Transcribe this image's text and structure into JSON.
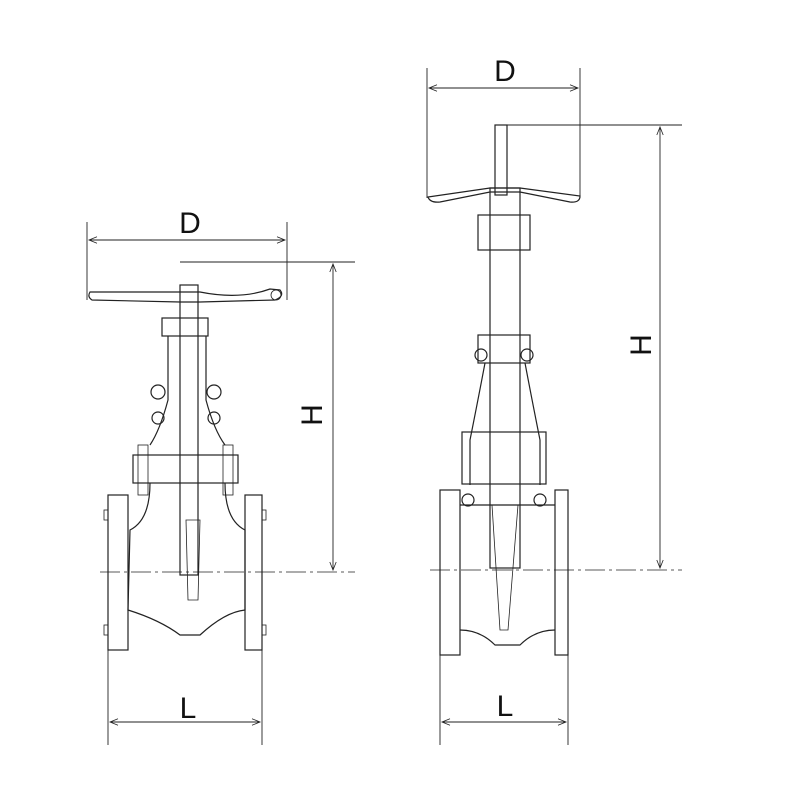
{
  "left_valve": {
    "width_label": "D",
    "height_label": "H",
    "length_label": "L"
  },
  "right_valve": {
    "width_label": "D",
    "height_label": "H",
    "length_label": "L"
  }
}
